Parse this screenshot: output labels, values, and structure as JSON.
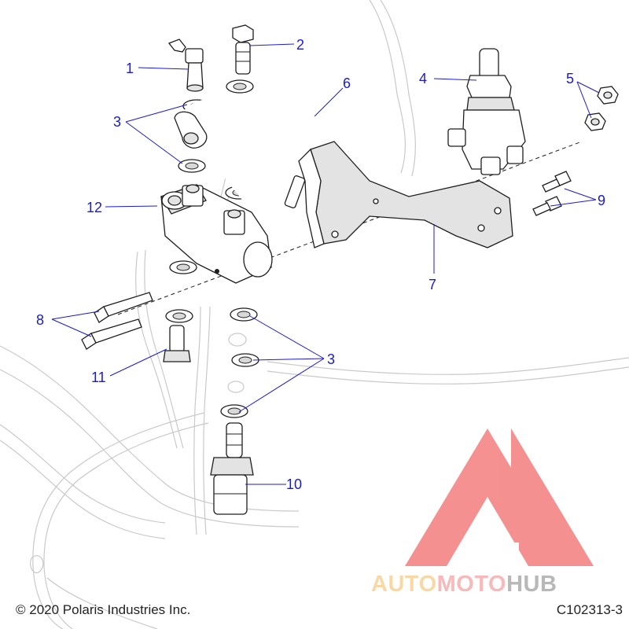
{
  "callouts": [
    "1",
    "2",
    "3",
    "4",
    "5",
    "6",
    "7",
    "8",
    "9",
    "10",
    "11",
    "12",
    "3"
  ],
  "footer": {
    "copyright": "© 2020 Polaris Industries Inc.",
    "code": "C102313-3"
  },
  "watermark": {
    "word_a": "AUTO",
    "word_b": "MOTO",
    "word_c": "HUB",
    "color_a": "#f5c16c",
    "color_b": "#f28c8c",
    "color_c": "#8a8a8a",
    "logo_color": "#f04848"
  },
  "colors": {
    "callout": "#1a1ad6",
    "line": "#1e1e1e",
    "ghost": "#c9c9c9"
  }
}
